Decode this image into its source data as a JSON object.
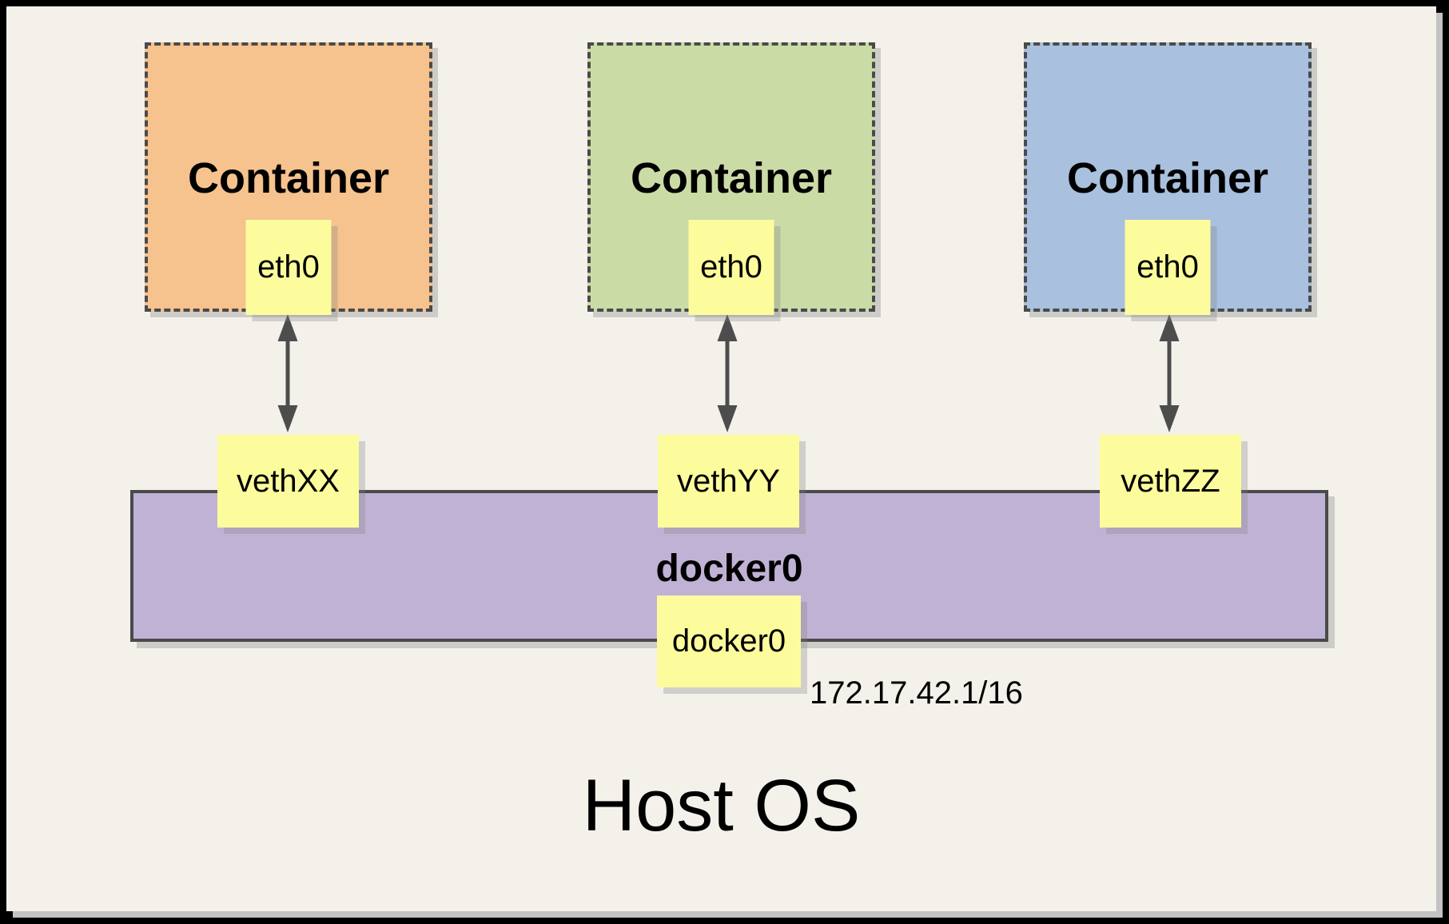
{
  "page": {
    "background": "#F4F1EB",
    "frame_color": "#000000"
  },
  "containers": [
    {
      "label": "Container",
      "interface": "eth0",
      "veth": "vethXX",
      "fill": "#F6C28E"
    },
    {
      "label": "Container",
      "interface": "eth0",
      "veth": "vethYY",
      "fill": "#CBDBA6"
    },
    {
      "label": "Container",
      "interface": "eth0",
      "veth": "vethZZ",
      "fill": "#A9C0DE"
    }
  ],
  "bridge": {
    "label": "docker0",
    "interface": "docker0",
    "ip": "172.17.42.1/16",
    "fill": "#C0B2D5"
  },
  "host": {
    "label": "Host OS"
  },
  "accents": {
    "note_fill": "#FCFC9D",
    "line_color": "#4A4A4A",
    "arrow_color": "#4D4D4D"
  }
}
